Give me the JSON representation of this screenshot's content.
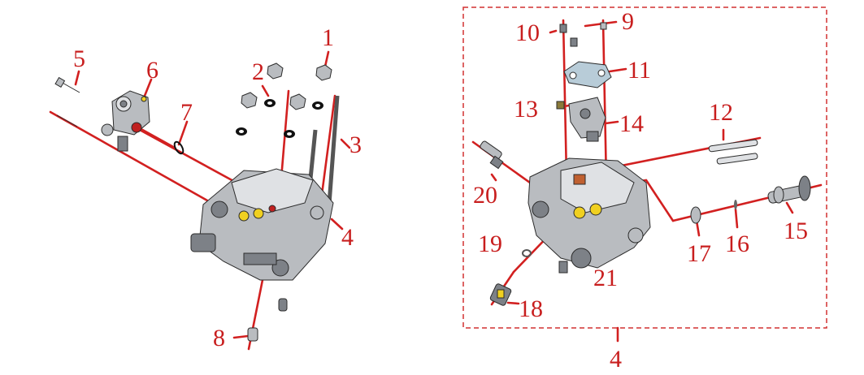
{
  "colors": {
    "callout": "#c81e1e",
    "leader": "#d22020",
    "box_border": "#d23030",
    "metal": "#b9bcc0",
    "washer": "#111111",
    "highlight": "#f0d020"
  },
  "callouts": {
    "c1": "1",
    "c2": "2",
    "c3": "3",
    "c4": "4",
    "c5": "5",
    "c6": "6",
    "c7": "7",
    "c8": "8",
    "c9": "9",
    "c10": "10",
    "c11": "11",
    "c12": "12",
    "c13": "13",
    "c14": "14",
    "c15": "15",
    "c16": "16",
    "c17": "17",
    "c18": "18",
    "c19": "19",
    "c20": "20",
    "c21": "21",
    "c4_box": "4"
  }
}
